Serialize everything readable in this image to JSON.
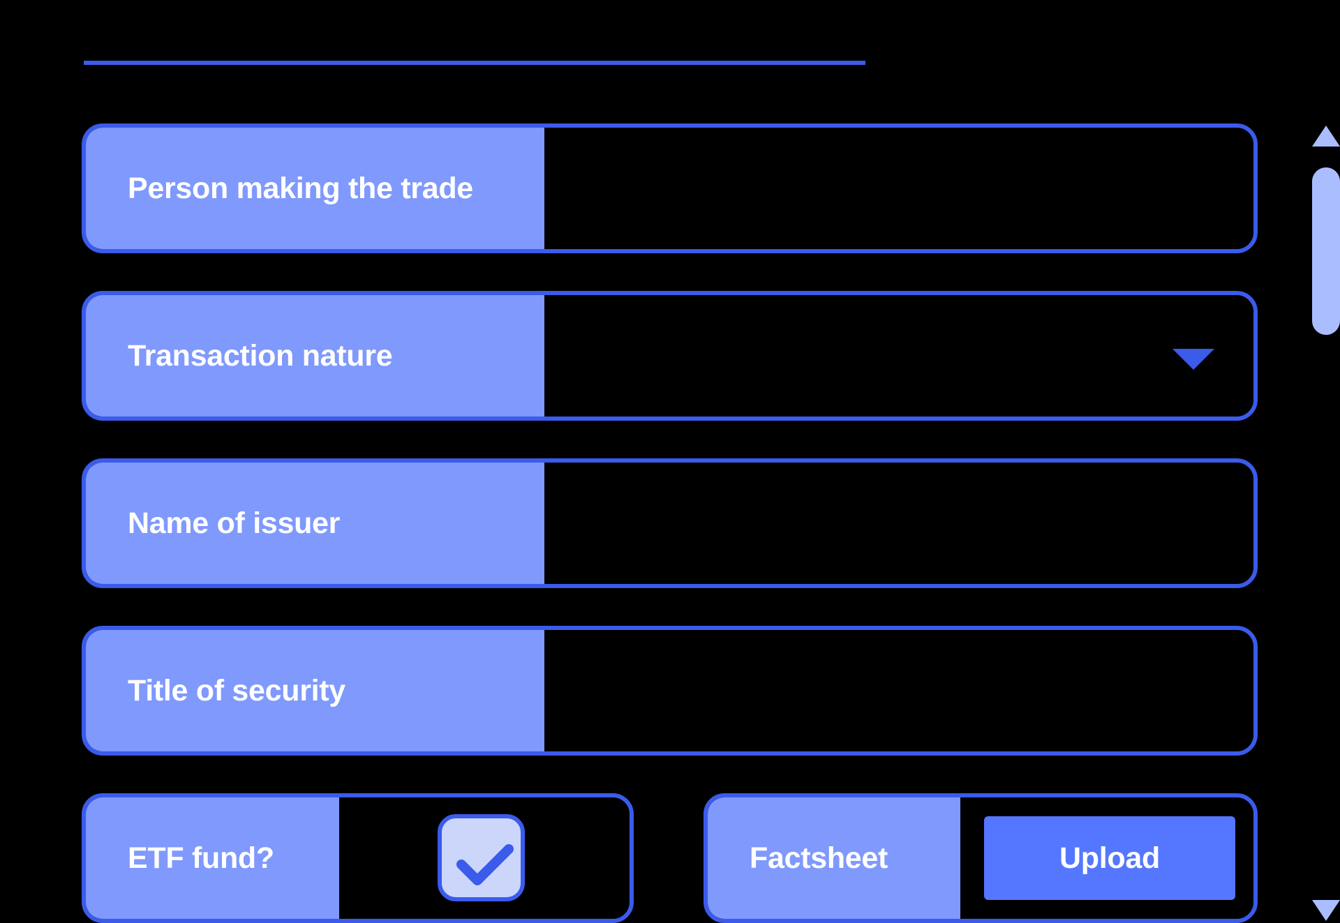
{
  "colors": {
    "background": "#000000",
    "accent_border": "#3B5BEB",
    "label_bg": "#7F99FD",
    "button_bg": "#5577FF",
    "checkbox_fill": "#CCD6FB",
    "scrollbar": "#AABEFF",
    "label_text": "#FFFFFF"
  },
  "form": {
    "fields": [
      {
        "label": "Person making the trade",
        "type": "text",
        "value": ""
      },
      {
        "label": "Transaction nature",
        "type": "dropdown",
        "value": "",
        "icon": "chevron-down-icon"
      },
      {
        "label": "Name of issuer",
        "type": "text",
        "value": ""
      },
      {
        "label": "Title of security",
        "type": "text",
        "value": ""
      }
    ],
    "etf": {
      "label": "ETF fund?",
      "checked": true,
      "icon": "checkmark-icon"
    },
    "factsheet": {
      "label": "Factsheet",
      "button_label": "Upload"
    }
  },
  "scrollbar": {
    "up_icon": "scroll-up-arrow-icon",
    "down_icon": "scroll-down-arrow-icon"
  }
}
